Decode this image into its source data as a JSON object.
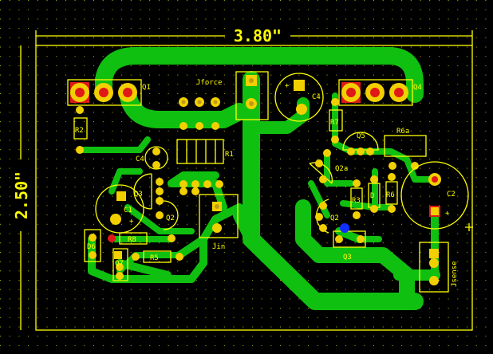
{
  "board": {
    "width_label": "3.80\"",
    "height_label": "2.50\""
  },
  "colors": {
    "background": "#000000",
    "grid_dot": "#ffff00",
    "copper": "#10c010",
    "silkscreen": "#ffff00",
    "pad": "#f2d000",
    "pad_square_red": "#e01818",
    "via_blue": "#1030ff"
  },
  "components": [
    {
      "ref": "Q1"
    },
    {
      "ref": "Q4"
    },
    {
      "ref": "Jforce"
    },
    {
      "ref": "C4"
    },
    {
      "ref": "R2"
    },
    {
      "ref": "R7"
    },
    {
      "ref": "Q5"
    },
    {
      "ref": "R6a"
    },
    {
      "ref": "C4",
      "note": "second"
    },
    {
      "ref": "R1"
    },
    {
      "ref": "Q3"
    },
    {
      "ref": "Q2a"
    },
    {
      "ref": "C1"
    },
    {
      "ref": "Q2"
    },
    {
      "ref": "D"
    },
    {
      "ref": "R6"
    },
    {
      "ref": "C2"
    },
    {
      "ref": "R8"
    },
    {
      "ref": "D6"
    },
    {
      "ref": "R5"
    },
    {
      "ref": "Jin"
    },
    {
      "ref": "Jsense"
    }
  ],
  "labels": {
    "q1": "Q1",
    "q4": "Q4",
    "jforce": "Jforce",
    "c4": "C4",
    "r2": "R2",
    "r7": "R7",
    "q5": "Q5",
    "r6a": "R6a",
    "c4b": "C4",
    "r1": "R1",
    "q3_left": "Q3",
    "q2a": "Q2a",
    "c1": "C1",
    "q2_left": "Q2",
    "q2_right": "Q2",
    "d": "D",
    "r6": "R6",
    "c2": "C2",
    "r8": "R8",
    "d6": "D6",
    "r5": "R5",
    "jin": "Jin",
    "q3": "Q3",
    "jsense": "Jsense",
    "q7": "Q7",
    "plus_c4": "+",
    "plus_c1": "+",
    "plus_c2": "+",
    "r3": "R3"
  }
}
